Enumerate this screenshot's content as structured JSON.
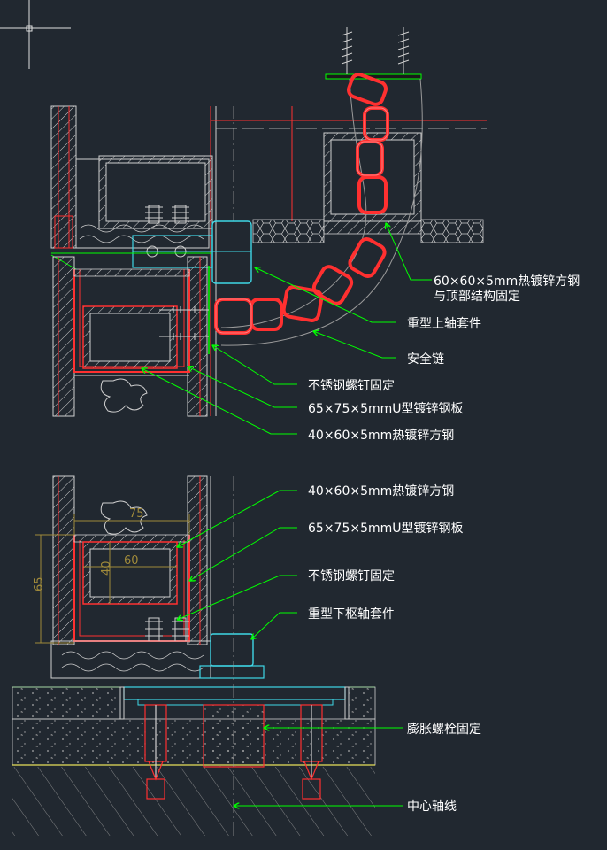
{
  "labels": {
    "top_tube": "60×60×5mm热镀锌方钢",
    "top_tube_2": "与顶部结构固定",
    "upper_pivot": "重型上轴套件",
    "safety_chain": "安全链",
    "screw_top": "不锈钢螺钉固定",
    "uplate_top": "65×75×5mmU型镀锌钢板",
    "tube_top": "40×60×5mm热镀锌方钢",
    "tube_bottom": "40×60×5mm热镀锌方钢",
    "uplate_bottom": "65×75×5mmU型镀锌钢板",
    "screw_bottom": "不锈钢螺钉固定",
    "lower_pivot": "重型下枢轴套件",
    "expansion_bolt": "膨胀螺栓固定",
    "center_axis": "中心轴线"
  },
  "dimensions": {
    "width_75": "75",
    "width_60": "60",
    "height_40": "40",
    "height_65": "65"
  },
  "colors": {
    "background": "#212830",
    "leader": "#00ff00",
    "steel": "#ff2a2a",
    "wood": "#cfcfcf",
    "hardware": "#3fd7e6",
    "axis": "#e8e05a",
    "dimension": "#a08a3a",
    "text": "#ffffff"
  }
}
